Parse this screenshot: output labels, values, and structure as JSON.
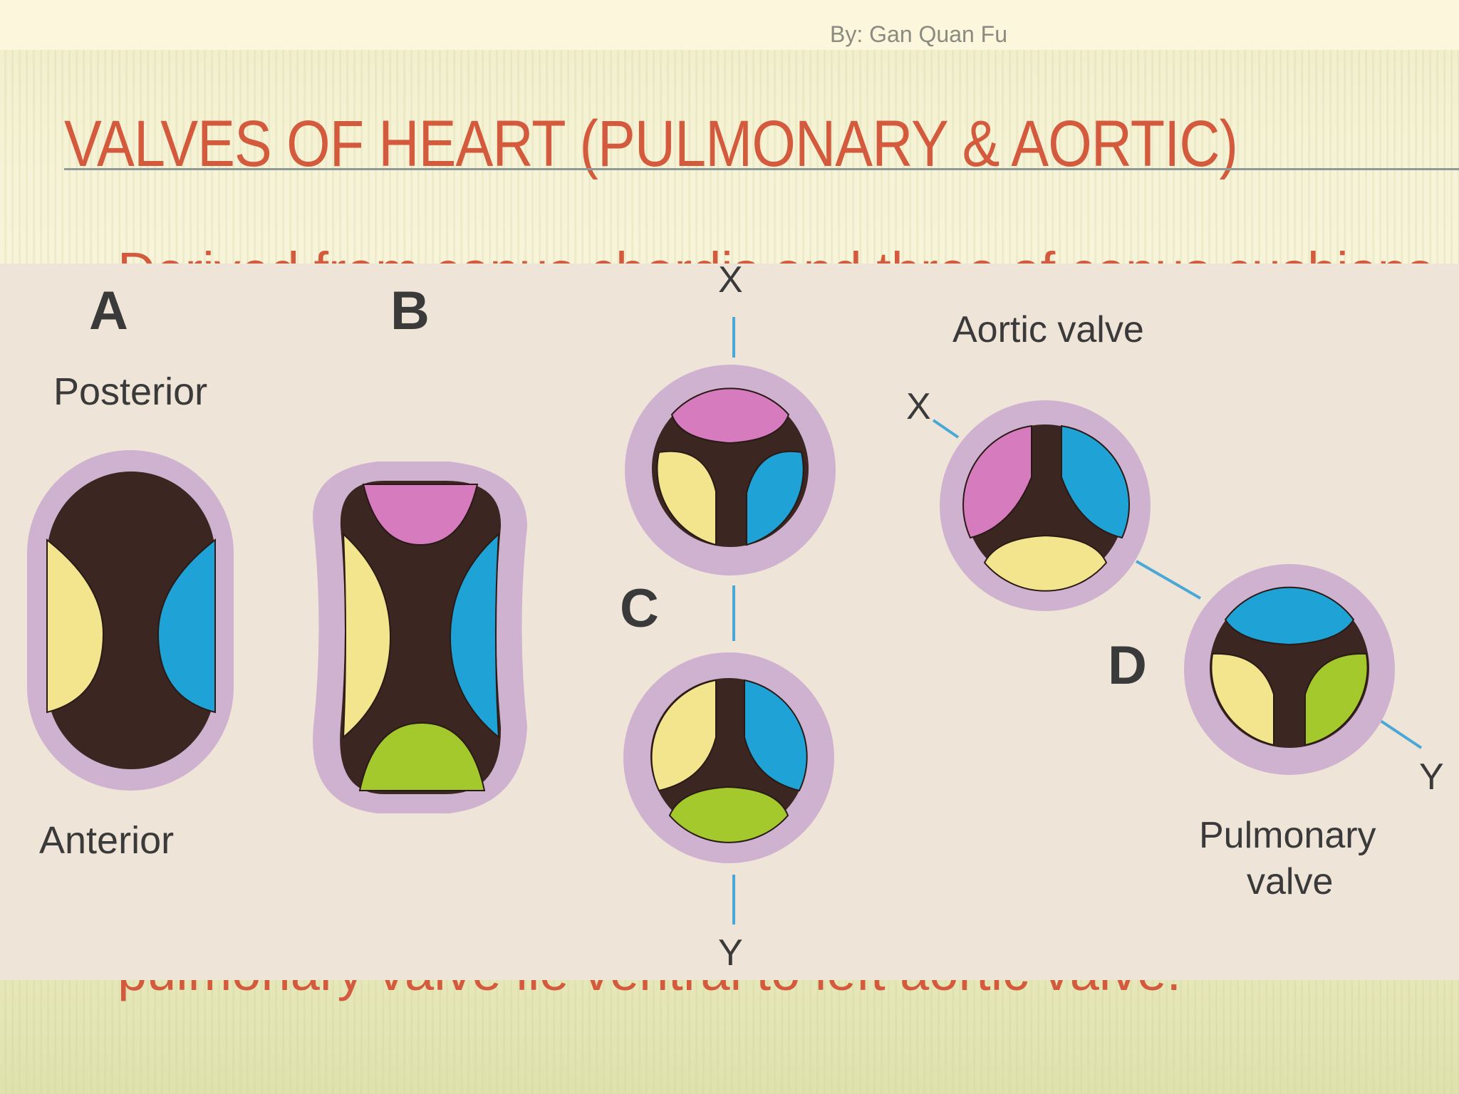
{
  "slide": {
    "author": "By: Gan Quan Fu",
    "title": "VALVES OF HEART (PULMONARY & AORTIC)",
    "body_line_top": "Derived from conus chordis and three of conus cushions",
    "body_line_bottom": "pulmonary valve lie ventral to left aortic valve."
  },
  "figure": {
    "panel_labels": {
      "a": "A",
      "b": "B",
      "c": "C",
      "d": "D"
    },
    "orientation": {
      "posterior": "Posterior",
      "anterior": "Anterior"
    },
    "axis_labels": {
      "c_x": "X",
      "c_y": "Y",
      "d_x": "X",
      "d_y": "Y"
    },
    "aortic_valve_label": "Aortic valve",
    "pulmonary_valve_label_1": "Pulmonary",
    "pulmonary_valve_label_2": "valve",
    "colors": {
      "panel_bg": "#efe4d8",
      "outer_ring": "#cfb2d0",
      "lumen": "#3b2621",
      "yellow": "#f3e58e",
      "blue": "#1fa2d6",
      "pink": "#d77bbf",
      "green": "#a4c92c",
      "axis_line": "#4aa8d6",
      "label_text": "#3a3a3a"
    }
  }
}
